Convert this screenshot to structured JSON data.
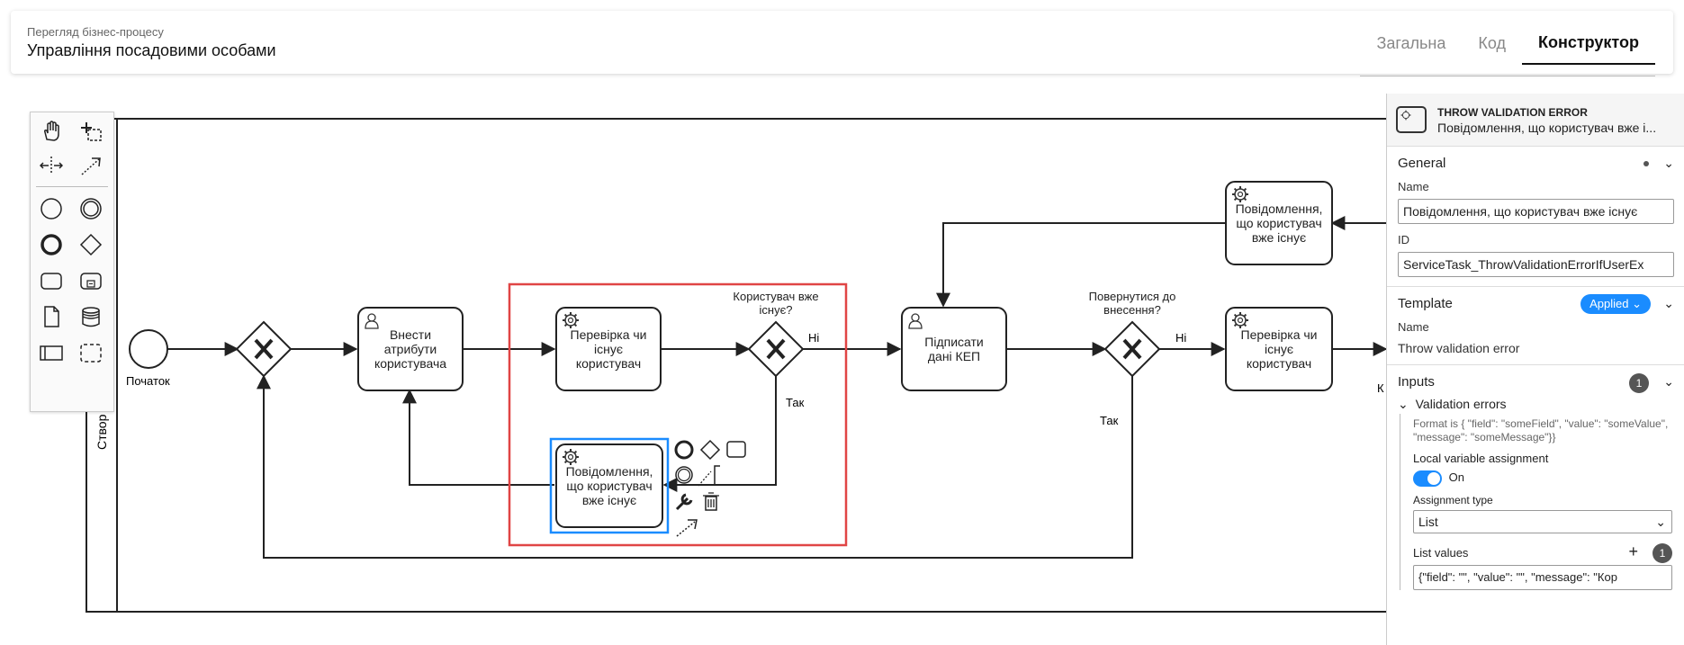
{
  "header": {
    "subtitle": "Перегляд бізнес-процесу",
    "title": "Управління посадовими особами",
    "tabs": [
      {
        "label": "Загальна"
      },
      {
        "label": "Код"
      },
      {
        "label": "Конструктор"
      }
    ]
  },
  "diagram": {
    "pool_label": "Створ",
    "start_label": "Початок",
    "task_enter": "Внести атрибути користувача",
    "task_check1": "Перевірка чи існує користувач",
    "gateway1_label": "Користувач вже існує?",
    "flow_no1": "Ні",
    "flow_yes1": "Так",
    "task_msg1": "Повідомлення, що користувач вже існує",
    "task_sign": "Підписати дані КЕП",
    "gateway2_label": "Повернутися до внесення?",
    "flow_no2": "Ні",
    "flow_yes2": "Так",
    "task_check2": "Перевірка чи існує користувач",
    "task_msg2": "Повідомлення, що користувач вже існує",
    "lane_edge_letter": "К"
  },
  "props": {
    "element_type": "THROW VALIDATION ERROR",
    "element_name": "Повідомлення, що користувач вже і...",
    "general": {
      "title": "General",
      "name_label": "Name",
      "name_value": "Повідомлення, що користувач вже існує",
      "id_label": "ID",
      "id_value": "ServiceTask_ThrowValidationErrorIfUserEx"
    },
    "template": {
      "title": "Template",
      "applied": "Applied",
      "name_label": "Name",
      "name_value": "Throw validation error"
    },
    "inputs": {
      "title": "Inputs",
      "count": "1",
      "validation_title": "Validation errors",
      "format_hint": "Format is { \"field\": \"someField\", \"value\": \"someValue\", \"message\": \"someMessage\"}}",
      "local_var_label": "Local variable assignment",
      "toggle_label": "On",
      "assignment_type_label": "Assignment type",
      "assignment_type_value": "List",
      "list_values_label": "List values",
      "list_count": "1",
      "list_value": "{\"field\": \"\", \"value\": \"\", \"message\": \"Кор"
    }
  }
}
